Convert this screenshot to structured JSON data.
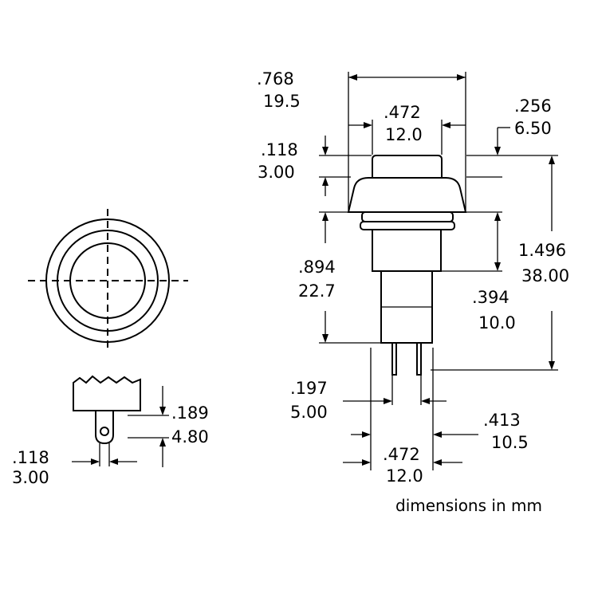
{
  "colors": {
    "ink": "#000000",
    "background": "#ffffff"
  },
  "units_note": "dimensions in mm",
  "dimensions": {
    "overall_width": {
      "inch": ".768",
      "mm": "19.5"
    },
    "cap_width": {
      "inch": ".472",
      "mm": "12.0"
    },
    "cap_offset": {
      "inch": ".256",
      "mm": "6.50"
    },
    "cap_height": {
      "inch": ".118",
      "mm": "3.00"
    },
    "body_height": {
      "inch": ".894",
      "mm": "22.7"
    },
    "overall_height": {
      "inch": "1.496",
      "mm": "38.00"
    },
    "thread_length": {
      "inch": ".394",
      "mm": "10.0"
    },
    "pin_spacing": {
      "inch": ".197",
      "mm": "5.00"
    },
    "pin_offset": {
      "inch": ".413",
      "mm": "10.5"
    },
    "base_width": {
      "inch": ".472",
      "mm": "12.0"
    },
    "terminal_length": {
      "inch": ".189",
      "mm": "4.80"
    },
    "terminal_width": {
      "inch": ".118",
      "mm": "3.00"
    }
  }
}
